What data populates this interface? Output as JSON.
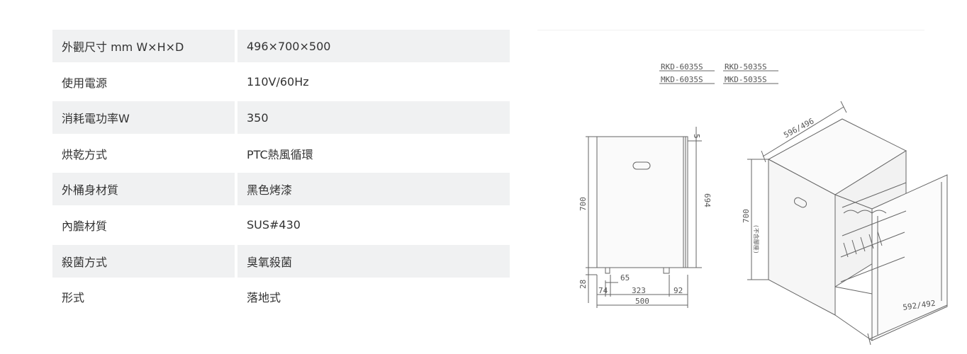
{
  "specs": [
    {
      "label": "外觀尺寸 mm W×H×D",
      "value": "496×700×500"
    },
    {
      "label": "使用電源",
      "value": "110V/60Hz"
    },
    {
      "label": "消耗電功率W",
      "value": "350"
    },
    {
      "label": "烘乾方式",
      "value": "PTC熱風循環"
    },
    {
      "label": "外桶身材質",
      "value": "黑色烤漆"
    },
    {
      "label": "內膽材質",
      "value": "SUS#430"
    },
    {
      "label": "殺菌方式",
      "value": "臭氧殺菌"
    },
    {
      "label": "形式",
      "value": "落地式"
    }
  ],
  "drawing": {
    "models": [
      "RKD-6035S",
      "RKD-5035S",
      "MKD-6035S",
      "MKD-5035S"
    ],
    "side_view": {
      "height_total": "700",
      "height_inner": "694",
      "top_gap": "5",
      "foot_height": "28",
      "depth_total": "500",
      "depth_a": "74",
      "depth_b": "323",
      "depth_c": "92",
      "foot_offset": "65"
    },
    "iso_view": {
      "top_width": "596/496",
      "height": "700",
      "height_note": "(不含腳座)",
      "bottom_width": "592/492"
    }
  },
  "colors": {
    "row_shade": "#f0f1f2",
    "text": "#333333",
    "line": "#666666"
  }
}
